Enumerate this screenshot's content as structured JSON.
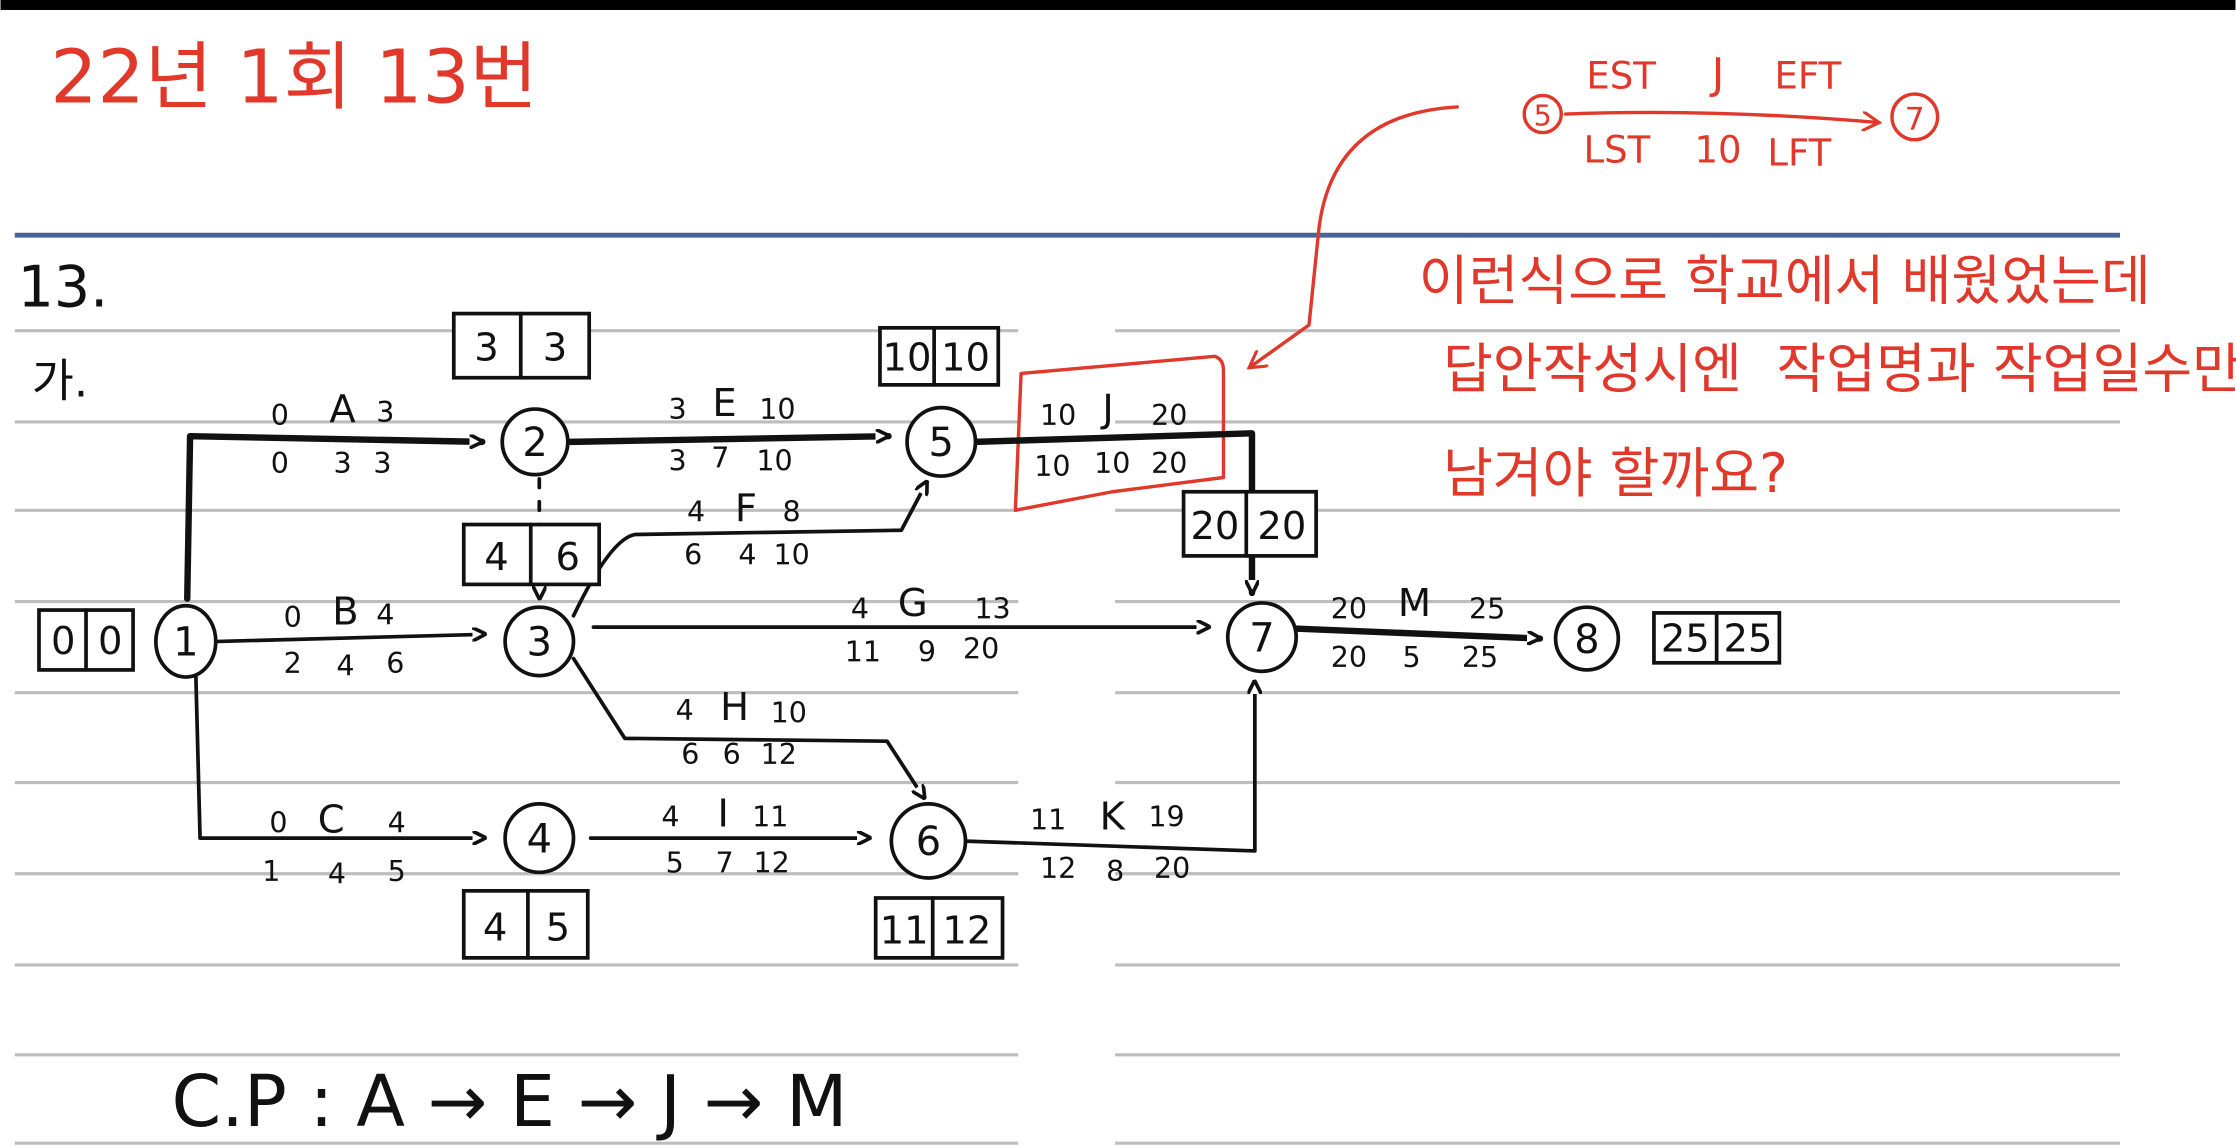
{
  "title": "22년 1회 13번",
  "legend": {
    "from_node": "5",
    "to_node": "7",
    "est": "EST",
    "activity": "J",
    "eft": "EFT",
    "lst": "LST",
    "duration": "10",
    "lft": "LFT"
  },
  "question": {
    "lines": [
      "이런식으로 학교에서 배웠었는데",
      "답안작성시엔  작업명과 작업일수만",
      "남겨야 할까요?"
    ]
  },
  "problem_number": "13.",
  "sub_label": "가.",
  "nodes": [
    {
      "id": "1",
      "est": "0",
      "lst": "0"
    },
    {
      "id": "2",
      "est": "3",
      "lst": "3"
    },
    {
      "id": "3",
      "est": "4",
      "lst": "6"
    },
    {
      "id": "4",
      "est": "4",
      "lst": "5"
    },
    {
      "id": "5",
      "est": "10",
      "lst": "10"
    },
    {
      "id": "6",
      "est": "11",
      "lst": "12"
    },
    {
      "id": "7",
      "est": "20",
      "lst": "20"
    },
    {
      "id": "8",
      "est": "25",
      "lst": "25"
    }
  ],
  "activities": [
    {
      "name": "A",
      "est": "0",
      "eft": "3",
      "lst": "0",
      "dur": "3",
      "lft": "3"
    },
    {
      "name": "B",
      "est": "0",
      "eft": "4",
      "lst": "2",
      "dur": "4",
      "lft": "6"
    },
    {
      "name": "C",
      "est": "0",
      "eft": "4",
      "lst": "1",
      "dur": "4",
      "lft": "5"
    },
    {
      "name": "E",
      "est": "3",
      "eft": "10",
      "lst": "3",
      "dur": "7",
      "lft": "10"
    },
    {
      "name": "F",
      "est": "4",
      "eft": "8",
      "lst": "6",
      "dur": "4",
      "lft": "10"
    },
    {
      "name": "G",
      "est": "4",
      "eft": "13",
      "lst": "11",
      "dur": "9",
      "lft": "20"
    },
    {
      "name": "H",
      "est": "4",
      "eft": "10",
      "lst": "6",
      "dur": "6",
      "lft": "12"
    },
    {
      "name": "I",
      "est": "4",
      "eft": "11",
      "lst": "5",
      "dur": "7",
      "lft": "12"
    },
    {
      "name": "J",
      "est": "10",
      "eft": "20",
      "lst": "10",
      "dur": "10",
      "lft": "20"
    },
    {
      "name": "K",
      "est": "11",
      "eft": "19",
      "lst": "12",
      "dur": "8",
      "lft": "20"
    },
    {
      "name": "M",
      "est": "20",
      "eft": "25",
      "lst": "20",
      "dur": "5",
      "lft": "25"
    }
  ],
  "critical_path": "C.P : A → E → J → M",
  "colors": {
    "ink": "#111111",
    "annotation": "#e0392b",
    "header_rule": "#4a6396",
    "rule": "#bdbdbd"
  }
}
